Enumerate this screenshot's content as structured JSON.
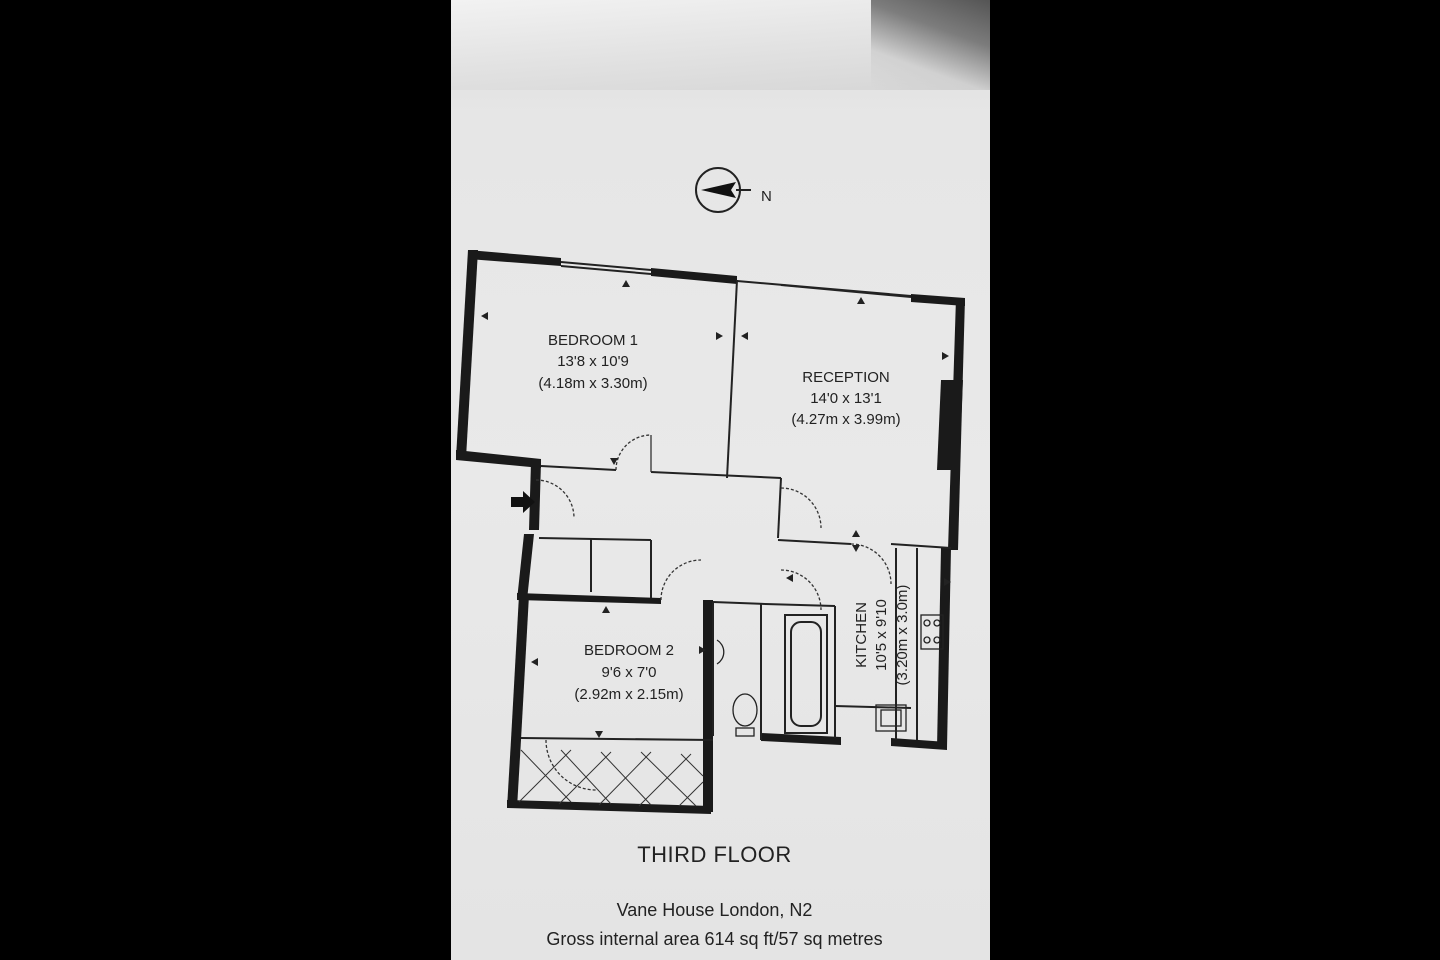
{
  "compass": {
    "label": "N"
  },
  "rooms": {
    "bedroom1": {
      "name": "BEDROOM 1",
      "imperial": "13'8 x 10'9",
      "metric": "(4.18m x 3.30m)"
    },
    "reception": {
      "name": "RECEPTION",
      "imperial": "14'0 x 13'1",
      "metric": "(4.27m x 3.99m)"
    },
    "bedroom2": {
      "name": "BEDROOM 2",
      "imperial": "9'6 x 7'0",
      "metric": "(2.92m x 2.15m)"
    },
    "kitchen": {
      "name": "KITCHEN",
      "imperial": "10'5 x 9'10",
      "metric": "(3.20m x 3.0m)"
    }
  },
  "floor_title": "THIRD FLOOR",
  "address": "Vane House London, N2",
  "area": "Gross internal area 614 sq ft/57 sq metres",
  "colors": {
    "wall": "#1a1a1a",
    "paper": "#e8e8e8",
    "background": "#000000"
  }
}
